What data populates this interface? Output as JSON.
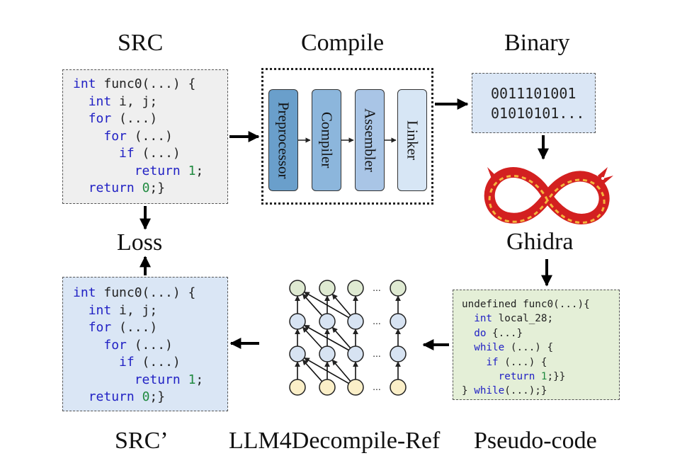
{
  "titles": {
    "src": "SRC",
    "compile": "Compile",
    "binary": "Binary",
    "loss": "Loss",
    "ghidra": "Ghidra",
    "src_prime": "SRC’",
    "model": "LLM4Decompile-Ref",
    "pseudo": "Pseudo-code"
  },
  "src_code": [
    "int func0(...) {",
    "  int i, j;",
    "  for (...)",
    "    for (...)",
    "      if (...)",
    "        return 1;",
    "  return 0;}"
  ],
  "compile_stages": [
    "Preprocessor",
    "Compiler",
    "Assembler",
    "Linker"
  ],
  "binary_lines": [
    "0011101001",
    "01010101..."
  ],
  "pseudo_code": [
    "undefined func0(...){",
    "  int local_28;",
    "  do {...}",
    "  while (...) {",
    "    if (...) {",
    "      return 1;}}",
    "} while(...);}"
  ],
  "ellipsis": "...",
  "colors": {
    "src_bg": "#efefef",
    "srcp_bg": "#dae6f5",
    "binary_bg": "#dae6f5",
    "pseudo_bg": "#e4efd7",
    "keyword": "#2121c4",
    "number": "#1f8a3f",
    "stage_fills": [
      "#6a9fcb",
      "#8cb6dc",
      "#a9c5e6",
      "#d7e6f5"
    ],
    "node_top": "#dfead2",
    "node_middle": "#d7e3f2",
    "node_bottom": "#fbefc8",
    "ghidra_red": "#d32020"
  }
}
